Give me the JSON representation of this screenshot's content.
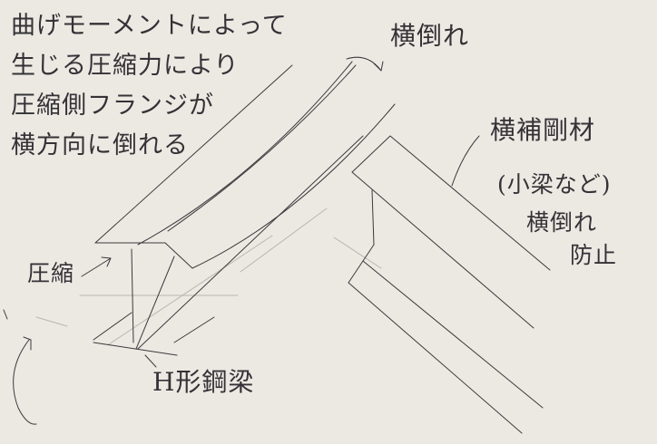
{
  "annotation": {
    "lines": [
      "曲げモーメントによって",
      "生じる圧縮力により",
      "圧縮側フランジが",
      "横方向に倒れる"
    ]
  },
  "labels": {
    "lateral_buckling": "横倒れ",
    "compression": "圧縮",
    "h_beam": "H形鋼梁",
    "bracing_title": "横補剛材",
    "bracing_example": "(小梁など)",
    "bracing_purpose_1": "横倒れ",
    "bracing_purpose_2": "防止"
  }
}
